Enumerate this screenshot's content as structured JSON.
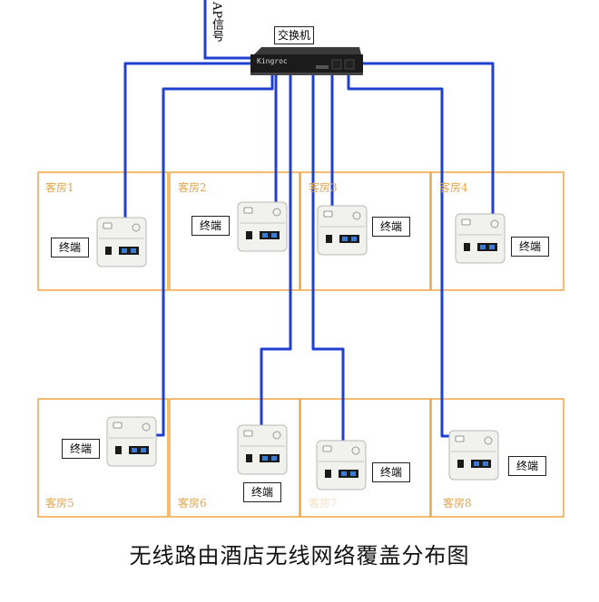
{
  "switch": {
    "label": "交换机",
    "brand": "Kingroc"
  },
  "ap_signal_label": "AP信号",
  "terminal_label": "终端",
  "rooms": [
    {
      "name": "客房1"
    },
    {
      "name": "客房2"
    },
    {
      "name": "客房3"
    },
    {
      "name": "客房4"
    },
    {
      "name": "客房5"
    },
    {
      "name": "客房6"
    },
    {
      "name": "客房7"
    },
    {
      "name": "客房8"
    }
  ],
  "caption": "无线路由酒店无线网络覆盖分布图",
  "colors": {
    "cable": "#1f3fd1",
    "room_border": "#f0a540",
    "room_label": "#e2a54a"
  }
}
